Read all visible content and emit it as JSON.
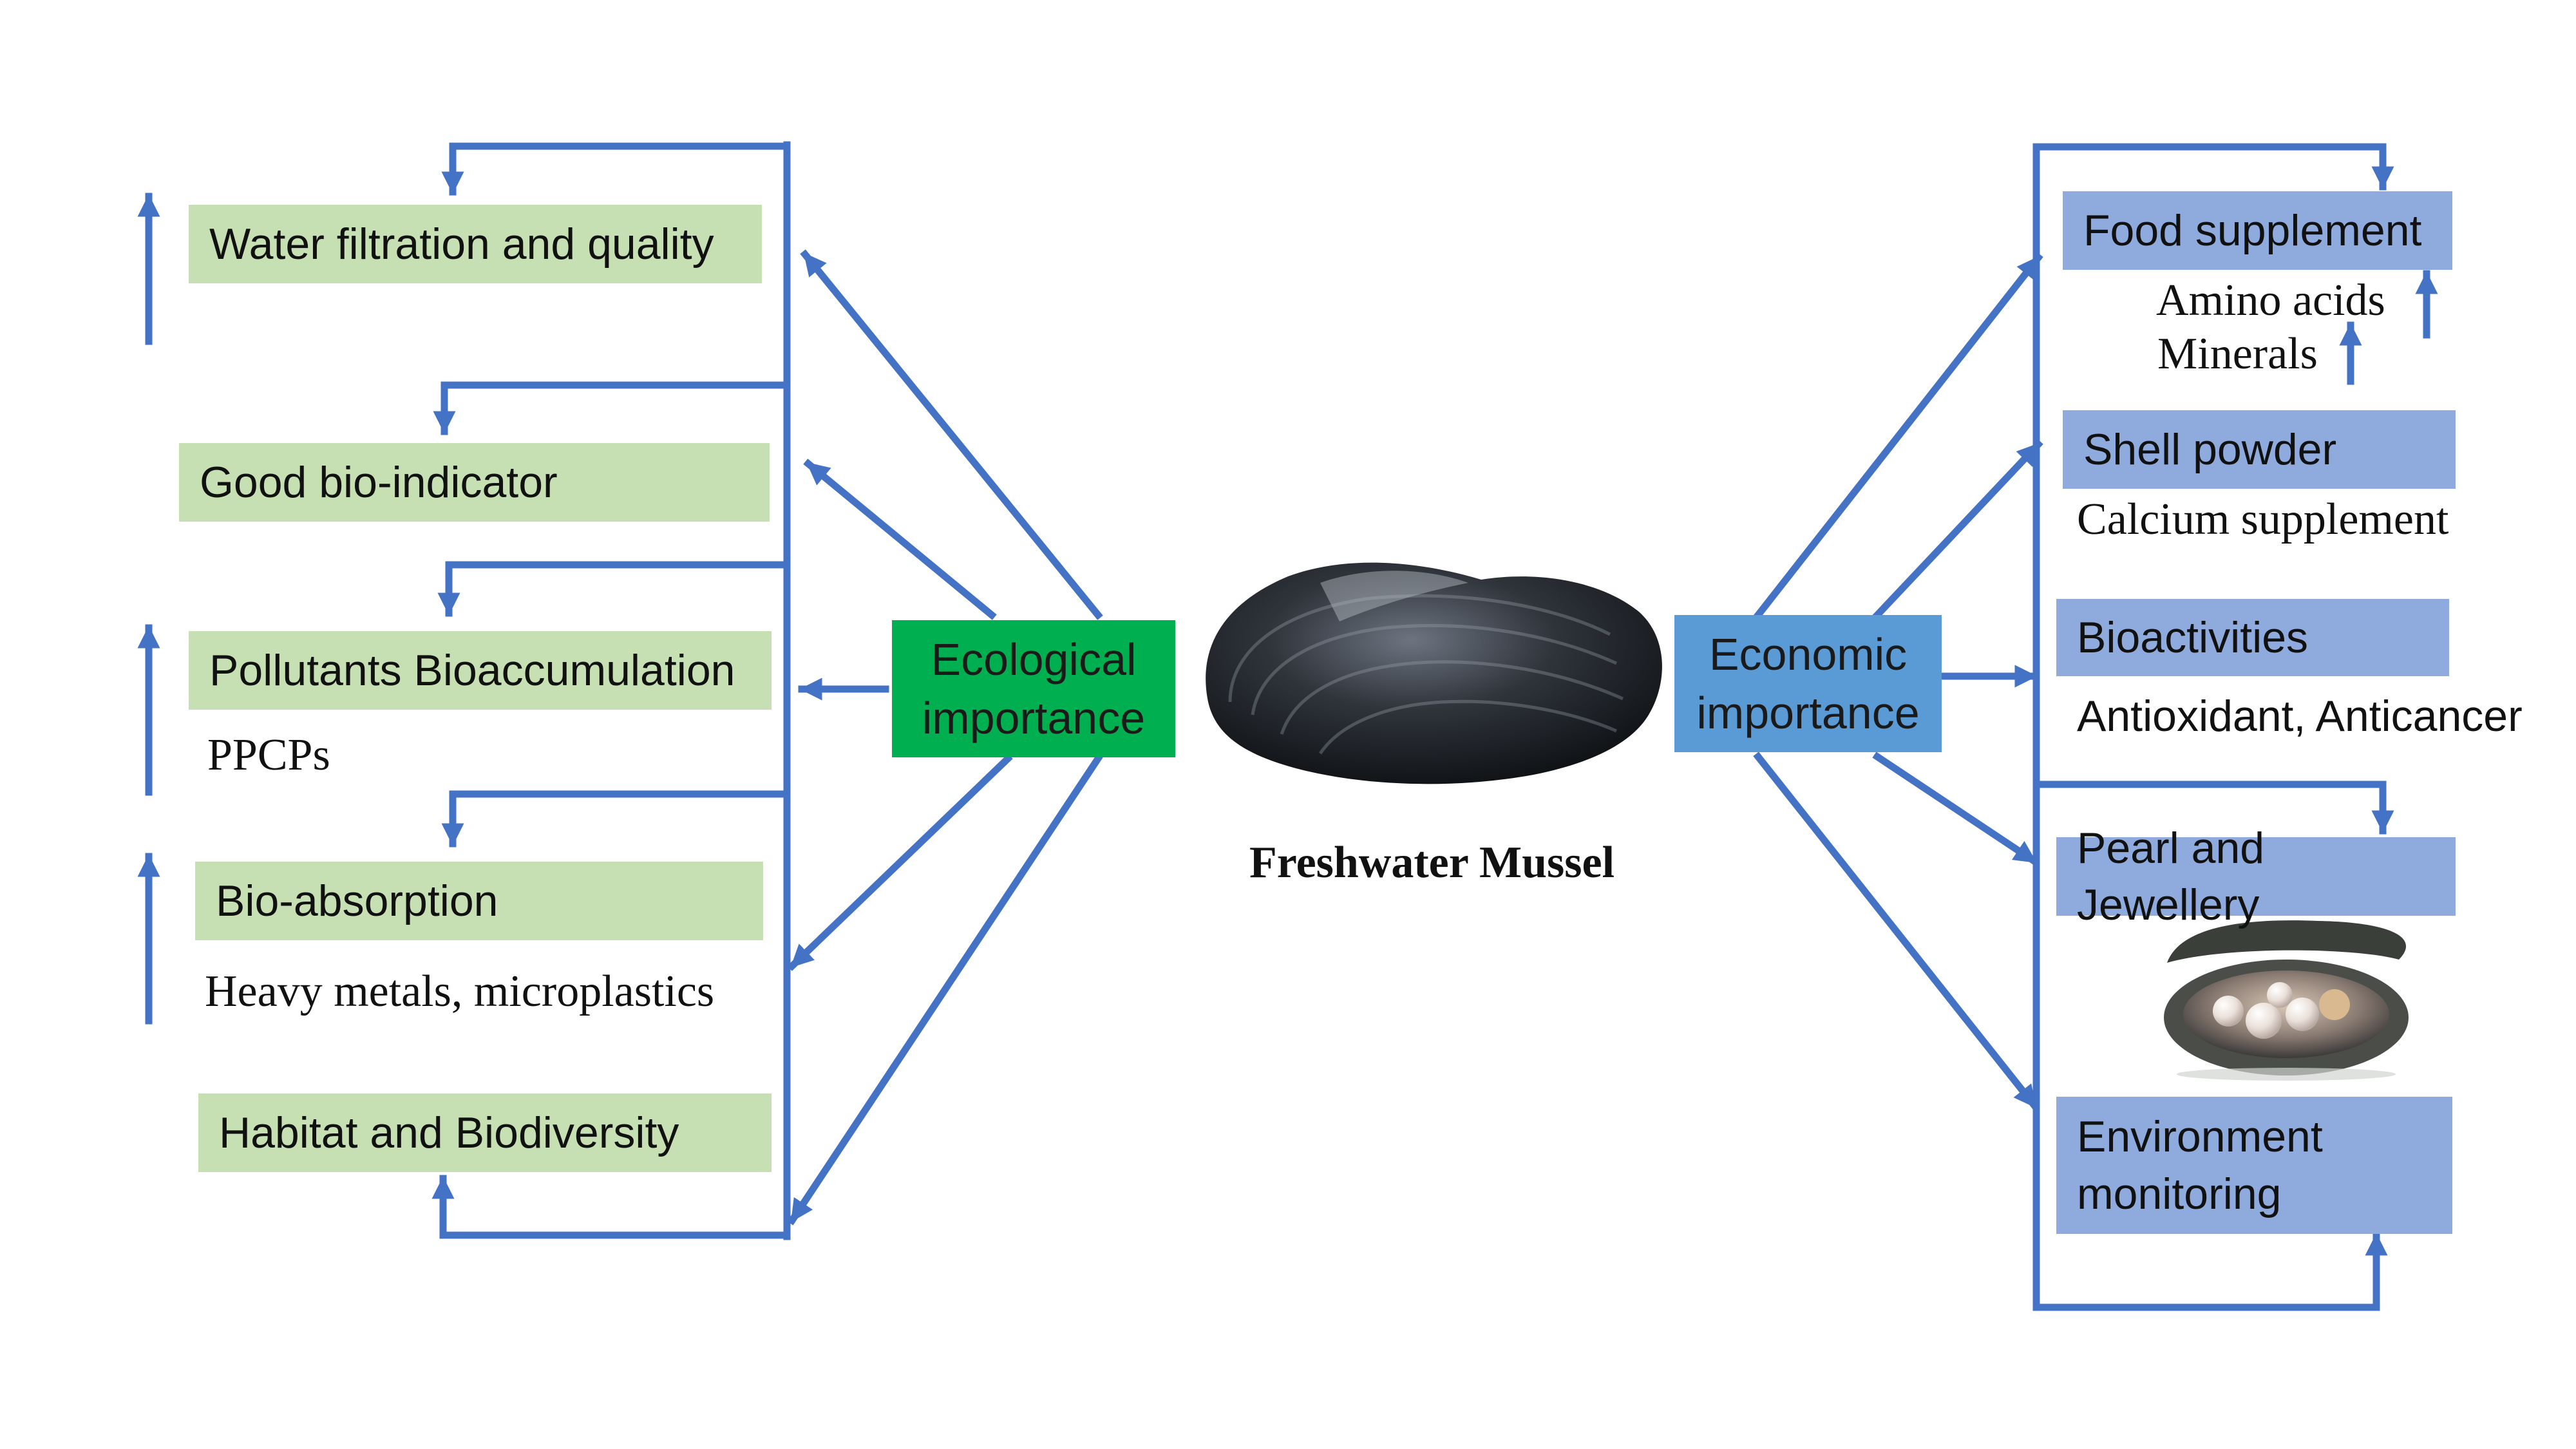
{
  "colors": {
    "line": "#4472c4",
    "ecological_box": "#00b050",
    "economic_box": "#5b9bd5",
    "left_boxes": "#c6e0b4",
    "right_boxes": "#8faadc"
  },
  "center": {
    "caption": "Freshwater Mussel",
    "image": "mussel-shell-image"
  },
  "ecological": {
    "label": "Ecological importance",
    "items": [
      {
        "label": "Water filtration and quality",
        "note": ""
      },
      {
        "label": "Good bio-indicator",
        "note": ""
      },
      {
        "label": "Pollutants Bioaccumulation",
        "note": "PPCPs"
      },
      {
        "label": "Bio-absorption",
        "note": "Heavy metals, microplastics"
      },
      {
        "label": "Habitat and Biodiversity",
        "note": ""
      }
    ]
  },
  "economic": {
    "label": "Economic importance",
    "items": [
      {
        "label": "Food supplement",
        "note_1": "Amino acids",
        "note_2": "Minerals"
      },
      {
        "label": "Shell powder",
        "note": "Calcium supplement"
      },
      {
        "label": "Bioactivities",
        "note": "Antioxidant, Anticancer"
      },
      {
        "label": "Pearl and Jewellery",
        "image": "pearl-oyster-image"
      },
      {
        "label": "Environment monitoring"
      }
    ]
  }
}
